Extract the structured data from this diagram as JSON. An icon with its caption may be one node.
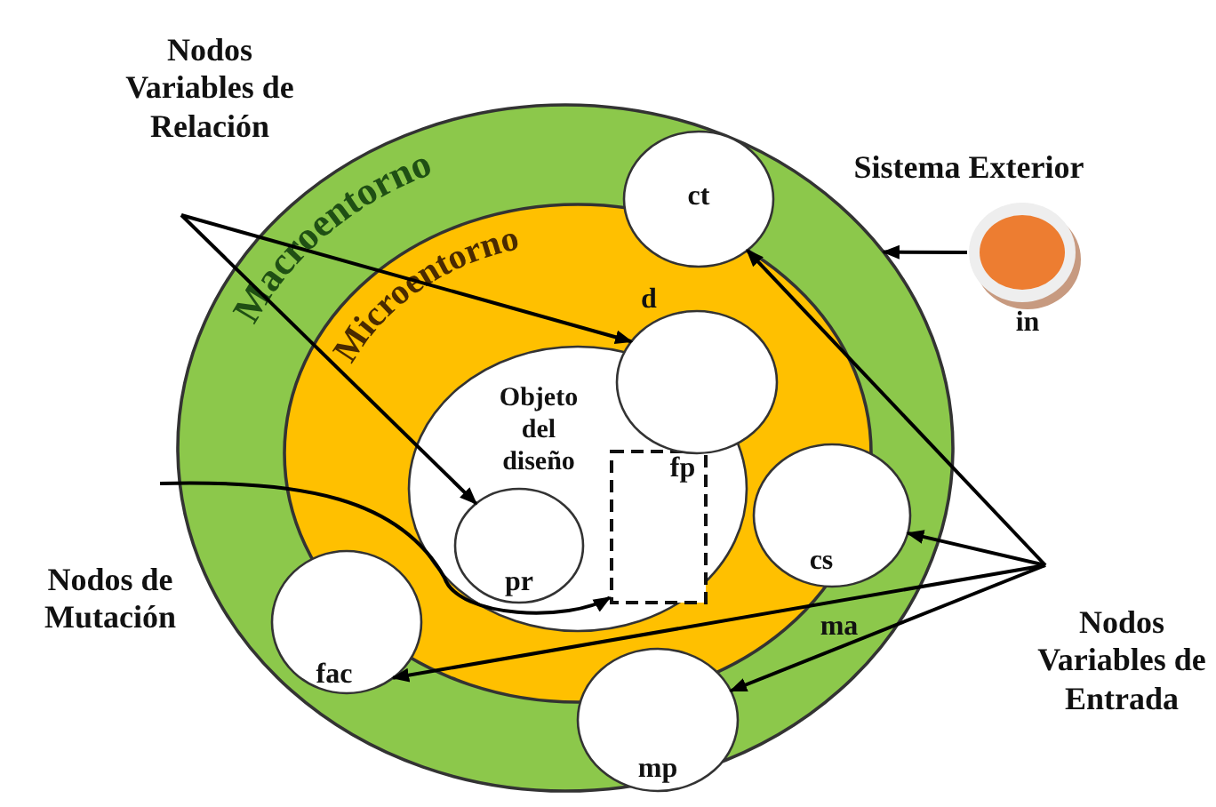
{
  "diagram": {
    "nodes": [
      {
        "text": [
          "Nodos Variables de Relación"
        ]
      },
      {
        "text": [
          "Macroentorno"
        ]
      },
      {
        "text": [
          "Microentorno"
        ],
        "in": 1
      },
      {
        "text": [
          "Objeto del diseño"
        ],
        "in": 2
      },
      {
        "text": [
          "ct"
        ],
        "in": 1
      },
      {
        "text": [
          "d"
        ],
        "in": 2
      },
      {
        "text": [
          "in"
        ]
      },
      {
        "text": [
          "fp"
        ],
        "in": 3
      },
      {
        "text": [
          "pr"
        ],
        "in": 3
      },
      {
        "text": [
          "cs"
        ],
        "beside": [
          "ma"
        ],
        "in": 1
      },
      {
        "text": [
          "Nodos de Mutación"
        ]
      },
      {
        "text": [
          "fac"
        ],
        "in": 1
      },
      {
        "text": [
          "mp"
        ],
        "in": 1
      },
      {
        "text": [
          "Nodos Variables de Entrada"
        ]
      }
    ],
    "edges": [
      {
        "from": 0,
        "to": 5,
        "arrow": "to"
      },
      {
        "from": 0,
        "to": 8,
        "arrow": "to"
      },
      {
        "from": 6,
        "to": 1,
        "arrow": "to"
      },
      {
        "from": 10,
        "to": 7,
        "arrow": "to"
      },
      {
        "from": 13,
        "to": 4,
        "arrow": "to"
      },
      {
        "from": 13,
        "to": 9,
        "arrow": "to"
      },
      {
        "from": 13,
        "to": 11,
        "arrow": "to"
      },
      {
        "from": 13,
        "to": 12,
        "arrow": "to"
      }
    ],
    "labels": [
      "Sistema Exterior"
    ]
  }
}
